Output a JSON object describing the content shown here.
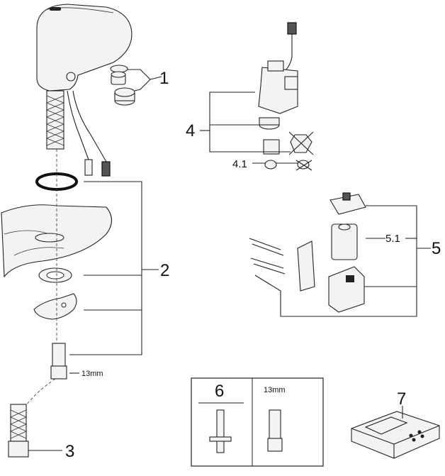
{
  "callouts": {
    "c1": "1",
    "c2": "2",
    "c3": "3",
    "c4": "4",
    "c4_1": "4.1",
    "c5": "5",
    "c5_1": "5.1",
    "c6": "6",
    "c7": "7"
  },
  "dimensions": {
    "wrench_size_main": "13mm",
    "wrench_size_box": "13mm"
  },
  "colors": {
    "line": "#222222",
    "part_fill": "#f3f3f3",
    "background": "#ffffff"
  }
}
